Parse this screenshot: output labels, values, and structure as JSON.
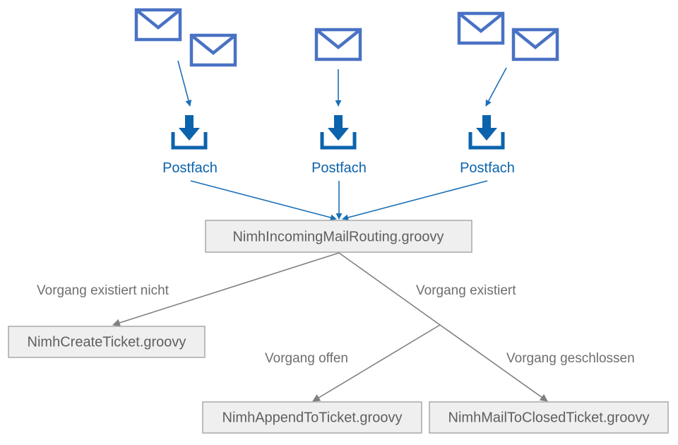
{
  "mailboxes": [
    {
      "label": "Postfach"
    },
    {
      "label": "Postfach"
    },
    {
      "label": "Postfach"
    }
  ],
  "nodes": {
    "router": "NimhIncomingMailRouting.groovy",
    "create": "NimhCreateTicket.groovy",
    "append": "NimhAppendToTicket.groovy",
    "closed": "NimhMailToClosedTicket.groovy"
  },
  "edges": {
    "not_exists": "Vorgang existiert nicht",
    "exists": "Vorgang existiert",
    "open": "Vorgang offen",
    "closed": "Vorgang geschlossen"
  },
  "icons": {
    "envelope": "envelope-icon",
    "inbox": "inbox-download-icon"
  },
  "colors": {
    "envelope": "#4a72c4",
    "mailbox": "#0b63ad",
    "arrow_blue": "#1a6fb7",
    "arrow_gray": "#808080",
    "box_fill": "#efefef",
    "box_border": "#a8a8a8",
    "text_gray": "#5f5f5f"
  }
}
